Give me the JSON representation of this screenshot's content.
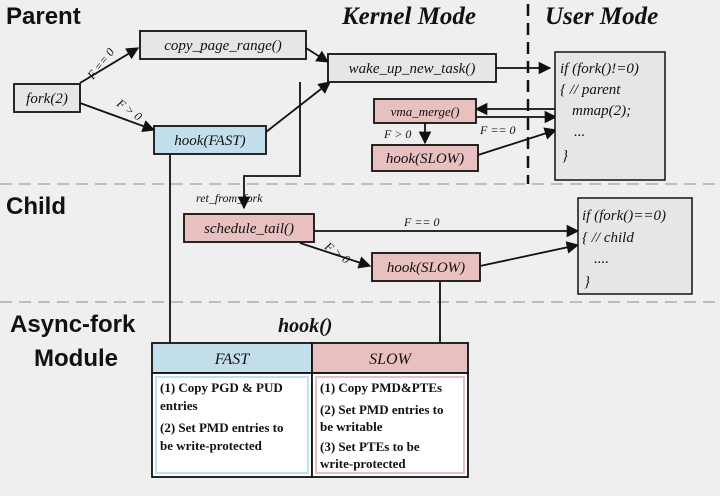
{
  "sections": {
    "parent": "Parent",
    "child": "Child",
    "async_line1": "Async-fork",
    "async_line2": "Module"
  },
  "modes": {
    "kernel": "Kernel Mode",
    "user": "User Mode"
  },
  "nodes": {
    "fork": "fork(2)",
    "copy_page_range": "copy_page_range()",
    "wake_up_new_task": "wake_up_new_task()",
    "hook_fast": "hook(FAST)",
    "vma_merge": "vma_merge()",
    "hook_slow_parent": "hook(SLOW)",
    "schedule_tail": "schedule_tail()",
    "hook_slow_child": "hook(SLOW)"
  },
  "edge_labels": {
    "fork_to_copy": "F == 0",
    "fork_to_hook": "F > 0",
    "vma_to_hook": "F > 0",
    "user_to_vma": "F == 0",
    "ret_from_fork": "ret_from_fork",
    "sched_to_user": "F == 0",
    "sched_to_hook": "F > 0"
  },
  "user_code_parent": [
    "if (fork()!=0)",
    "{ // parent",
    "mmap(2);",
    "...",
    "}"
  ],
  "user_code_child": [
    "if (fork()==0)",
    "{ // child",
    "....",
    "}"
  ],
  "module": {
    "title": "hook()",
    "fast_header": "FAST",
    "slow_header": "SLOW",
    "fast_lines": [
      "(1) Copy PGD & PUD",
      "entries",
      "(2) Set PMD entries to",
      "be write-protected"
    ],
    "slow_lines": [
      "(1) Copy PMD&PTEs",
      "(2) Set PMD entries to",
      "be writable",
      "(3) Set PTEs to be",
      "write-protected"
    ]
  },
  "colors": {
    "gray_box": "#e6e6e6",
    "fast_box": "#c4dfec",
    "slow_box": "#e8c0c0",
    "dash": "#bdbdbd"
  }
}
